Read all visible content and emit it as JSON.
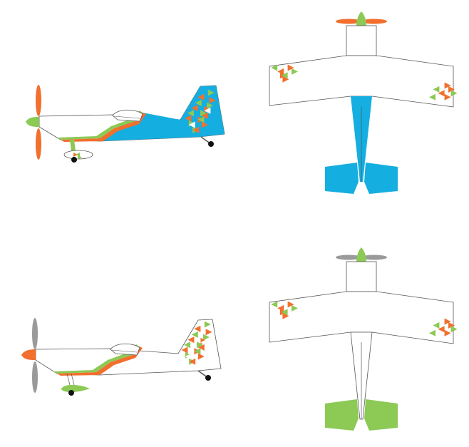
{
  "colors": {
    "background": "#ffffff",
    "outline": "#555555",
    "white": "#ffffff",
    "orange": "#f26f2e",
    "green": "#8cc955",
    "blue": "#15aee0",
    "gray": "#9a9a9a",
    "black": "#111111"
  },
  "variants": [
    {
      "name": "variant-1",
      "propeller": "orange",
      "spinner": "green",
      "body_accent": "blue",
      "tail_surfaces": "blue",
      "wheel_fairing": "white"
    },
    {
      "name": "variant-2",
      "propeller": "gray",
      "spinner": "orange",
      "body_accent": "white",
      "tail_surfaces": "green",
      "wheel_fairing": "green"
    }
  ]
}
